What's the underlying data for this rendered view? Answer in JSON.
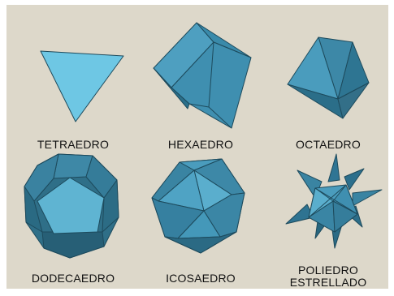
{
  "solids": [
    {
      "name": "TETRAEDRO",
      "color_light": "#6ec7e4",
      "icon": "tetrahedron-icon"
    },
    {
      "name": "HEXAEDRO",
      "color_light": "#4a9cbd",
      "icon": "cube-icon"
    },
    {
      "name": "OCTAEDRO",
      "color_light": "#4a9cbd",
      "icon": "octahedron-icon"
    },
    {
      "name": "DODECAEDRO",
      "color_light": "#5fb4d2",
      "icon": "dodecahedron-icon"
    },
    {
      "name": "ICOSAEDRO",
      "color_light": "#4a9cbd",
      "icon": "icosahedron-icon"
    },
    {
      "name": "POLIEDRO\nESTRELLADO",
      "color_light": "#4a9cbd",
      "icon": "stellated-polyhedron-icon"
    }
  ],
  "colors": {
    "background": "#ddd8ca",
    "dark": "#2f6f88",
    "mid": "#3f88a6",
    "light": "#5eb0cf",
    "outline": "#1d4a5c"
  }
}
